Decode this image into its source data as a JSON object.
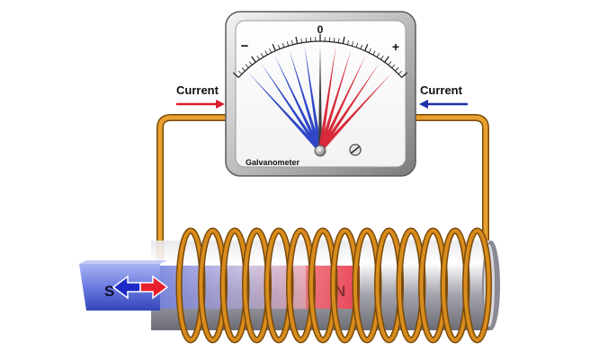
{
  "galvanometer": {
    "label": "Galvanometer",
    "scale_zero": "0",
    "scale_minus": "−",
    "scale_plus": "+",
    "colors": {
      "negative_needles": "#3048c8",
      "positive_needles": "#d82a3a",
      "center_needle": "#404040"
    }
  },
  "current_left": {
    "label": "Current",
    "arrow_color": "#d81e2a",
    "direction": "right"
  },
  "current_right": {
    "label": "Current",
    "arrow_color": "#1a2fa8",
    "direction": "left"
  },
  "magnet": {
    "south_label": "S",
    "north_label": "N",
    "colors": {
      "south": "#3a4fd0",
      "north": "#e83244"
    }
  },
  "coil": {
    "turns": 14,
    "wire_color": "#d88c1c"
  }
}
